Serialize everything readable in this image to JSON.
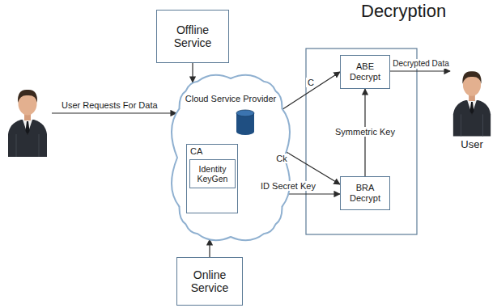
{
  "diagram": {
    "title": "Decryption",
    "nodes": [
      {
        "text": [
          "Offline Service"
        ]
      },
      {
        "text": [
          "Cloud Service Provider"
        ]
      },
      {
        "text": [
          "CA"
        ],
        "in": 1
      },
      {
        "text": [
          "Identity KeyGen"
        ],
        "in": 2
      },
      {
        "text": [
          "ABE Decrypt"
        ]
      },
      {
        "text": [
          "BRA Decrypt"
        ]
      },
      {
        "text": [
          "User"
        ]
      },
      {
        "text": [
          "Online Service"
        ]
      }
    ],
    "edges": [
      {
        "from": 0,
        "to": 1,
        "arrow": "to"
      },
      {
        "from": 1,
        "to": 4,
        "label": "C",
        "arrow": "to"
      },
      {
        "from": 1,
        "to": 5,
        "label": "Ck",
        "arrow": "to"
      },
      {
        "from": 2,
        "to": 5,
        "label": "ID Secret Key",
        "arrow": "to"
      },
      {
        "from": 5,
        "to": 4,
        "label": "Symmetric Key",
        "arrow": "to"
      },
      {
        "from": 4,
        "to": 6,
        "label": "Decrypted Data",
        "arrow": "to"
      },
      {
        "from": 7,
        "to": 1,
        "arrow": "to"
      }
    ],
    "labels": [
      "User Requests For Data"
    ]
  }
}
